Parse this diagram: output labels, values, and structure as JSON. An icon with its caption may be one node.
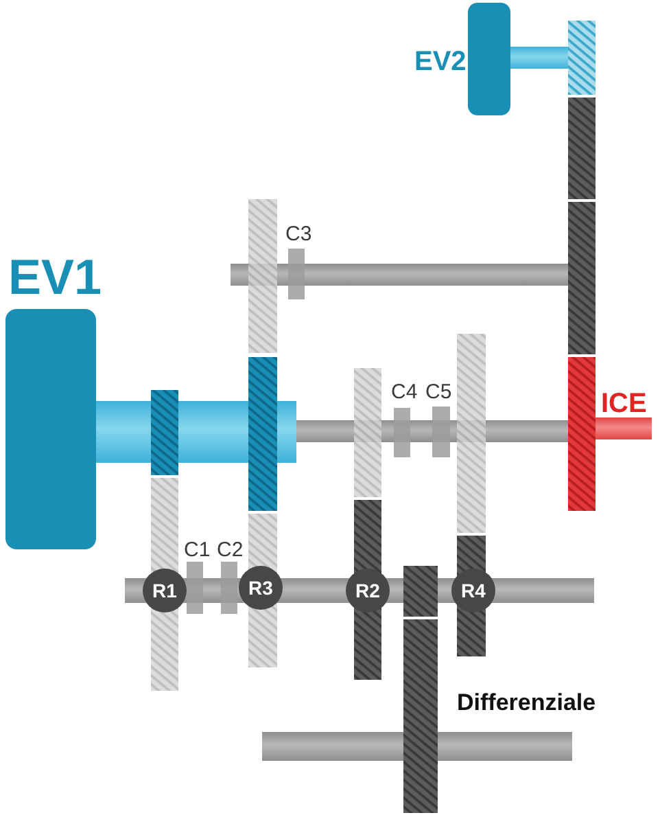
{
  "diagram": {
    "nodes": [
      {
        "text": [
          "EV2"
        ]
      },
      {
        "text": [
          "EV1"
        ]
      },
      {
        "text": [
          "R1"
        ]
      },
      {
        "text": [
          "R3"
        ]
      },
      {
        "text": [
          "R2"
        ]
      },
      {
        "text": [
          "R4"
        ]
      }
    ],
    "labels": [
      "C3",
      "ICE",
      "C4",
      "C5",
      "C1",
      "C2",
      "Differenziale"
    ]
  }
}
